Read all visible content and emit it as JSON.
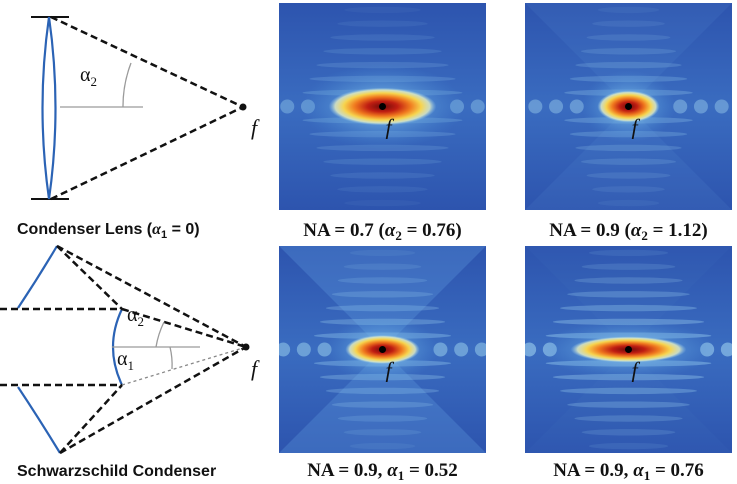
{
  "colors": {
    "lens": "#2b63b5",
    "dash": "#111111",
    "guide": "#9a9a9a",
    "map_background": "#2b4ea8",
    "map_peak": "#7a0c0c",
    "map_warm": "#f4b43a"
  },
  "diagrams": {
    "condenser_lens": {
      "caption_prefix": "Condenser Lens (",
      "caption_math": "α",
      "caption_sub": "1",
      "caption_suffix": " = 0)",
      "alpha_symbol": "α",
      "alpha_sub": "2",
      "focus_label": "f"
    },
    "schwarzschild": {
      "caption": "Schwarzschild Condenser",
      "alpha2_symbol": "α",
      "alpha2_sub": "2",
      "alpha1_symbol": "α",
      "alpha1_sub": "1",
      "focus_label": "f"
    }
  },
  "panels": [
    {
      "focus_label": "f",
      "caption_a": "NA = 0.7 (",
      "caption_b": "α",
      "caption_c": "2",
      "caption_d": " = 0.76)",
      "na": 0.7,
      "alpha": 0.76,
      "spot_length": 0.52,
      "spot_height": 0.13,
      "fringe_strength": 0.45,
      "cross_strength": 0.0
    },
    {
      "focus_label": "f",
      "caption_a": "NA = 0.9 (",
      "caption_b": "α",
      "caption_c": "2",
      "caption_d": " = 1.12)",
      "na": 0.9,
      "alpha": 1.12,
      "spot_length": 0.3,
      "spot_height": 0.11,
      "fringe_strength": 0.55,
      "cross_strength": 0.35
    },
    {
      "focus_label": "f",
      "caption_a": "NA = 0.9, ",
      "caption_b": "α",
      "caption_c": "1",
      "caption_d": " = 0.52",
      "na": 0.9,
      "alpha": 0.52,
      "spot_length": 0.36,
      "spot_height": 0.1,
      "fringe_strength": 0.7,
      "cross_strength": 0.9
    },
    {
      "focus_label": "f",
      "caption_a": "NA = 0.9, ",
      "caption_b": "α",
      "caption_c": "1",
      "caption_d": " = 0.76",
      "na": 0.9,
      "alpha": 0.76,
      "spot_length": 0.56,
      "spot_height": 0.09,
      "fringe_strength": 0.85,
      "cross_strength": 0.15
    }
  ]
}
